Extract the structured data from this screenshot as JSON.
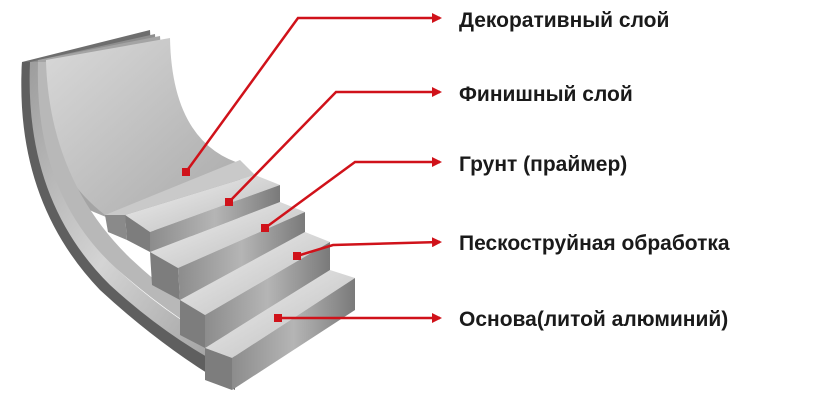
{
  "layers": [
    {
      "id": "decorative",
      "label": "Декоративный слой"
    },
    {
      "id": "finish",
      "label": "Финишный слой"
    },
    {
      "id": "primer",
      "label": "Грунт (праймер)"
    },
    {
      "id": "sandblast",
      "label": "Пескоструйная обработка"
    },
    {
      "id": "base",
      "label": "Основа(литой алюминий)"
    }
  ],
  "colors": {
    "arrow": "#d0121a",
    "text": "#1a1a1a",
    "layer_top": "#dcdcdc",
    "layer_face": "#9a9a9a",
    "layer_edge": "#6e6e6e"
  }
}
